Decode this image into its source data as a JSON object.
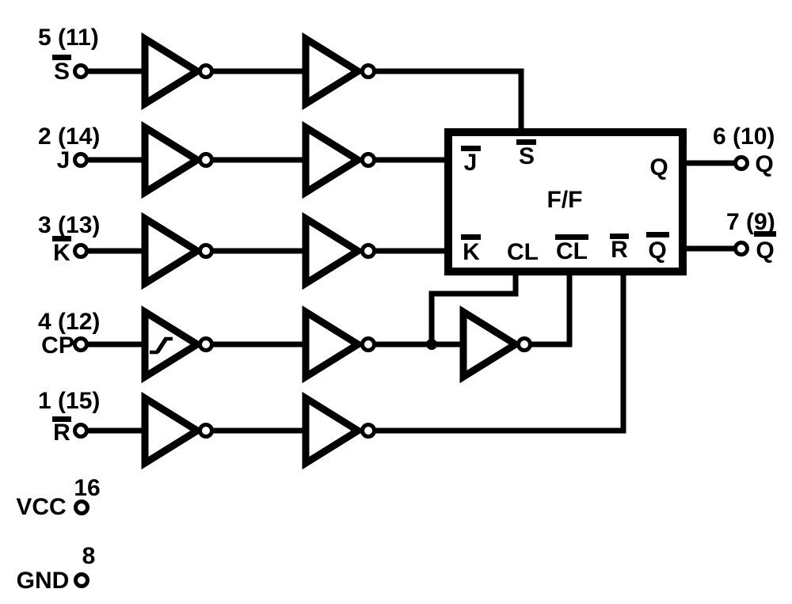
{
  "colors": {
    "ink": "#000000",
    "background": "#ffffff"
  },
  "inputs": [
    {
      "pin": "5 (11)",
      "label": "S",
      "overline": true
    },
    {
      "pin": "2 (14)",
      "label": "J",
      "overline": false
    },
    {
      "pin": "3 (13)",
      "label": "K",
      "overline": true
    },
    {
      "pin": "4 (12)",
      "label": "CP",
      "overline": false
    },
    {
      "pin": "1 (15)",
      "label": "R",
      "overline": true
    }
  ],
  "outputs": [
    {
      "pin": "6 (10)",
      "label": "Q",
      "overline": false
    },
    {
      "pin": "7 (9)",
      "label": "Q",
      "overline": true
    }
  ],
  "power": [
    {
      "pin": "16",
      "label": "VCC"
    },
    {
      "pin": "8",
      "label": "GND"
    }
  ],
  "flipflop": {
    "label": "F/F",
    "ports": {
      "j": "J",
      "s": "S",
      "q": "Q",
      "k": "K",
      "cl": "CL",
      "cl_bar": "CL",
      "r": "R",
      "q_bar": "Q"
    }
  }
}
